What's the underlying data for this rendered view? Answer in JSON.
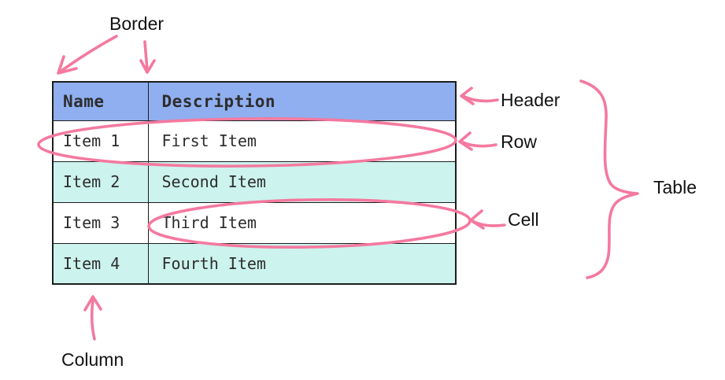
{
  "table": {
    "columns": [
      "Name",
      "Description"
    ],
    "rows": [
      {
        "name": "Item 1",
        "description": "First Item"
      },
      {
        "name": "Item 2",
        "description": "Second Item"
      },
      {
        "name": "Item 3",
        "description": "Third Item"
      },
      {
        "name": "Item 4",
        "description": "Fourth Item"
      }
    ]
  },
  "annotations": {
    "border_label": "Border",
    "header_label": "Header",
    "row_label": "Row",
    "cell_label": "Cell",
    "table_label": "Table",
    "column_label": "Column"
  },
  "colors": {
    "header_bg": "#90aff0",
    "row_alt_bg": "#ccf3ed",
    "row_bg": "#ffffff",
    "annotation_pink": "#f4799f",
    "table_border": "#1d1d1d",
    "text": "#2d2d2d"
  }
}
